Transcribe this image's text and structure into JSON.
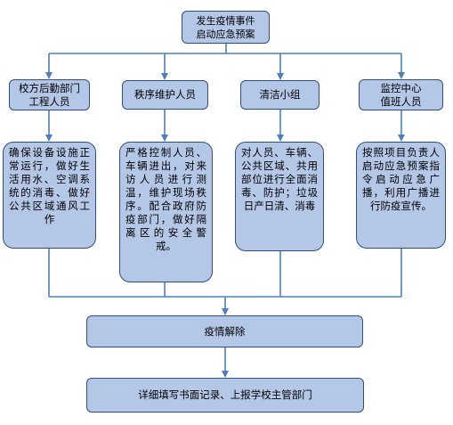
{
  "top": {
    "label": "发生疫情事件\n启动应急预案"
  },
  "roles": [
    {
      "label": "校方后勤部门\n工程人员"
    },
    {
      "label": "秩序维护人员"
    },
    {
      "label": "清洁小组"
    },
    {
      "label": "监控中心\n值班人员"
    }
  ],
  "tasks": [
    {
      "text": "确保设备设施正常运行，做好生活用水、空调系统的消毒、做好公共区域通风工作"
    },
    {
      "text": "严格控制人员、车辆进出，对来访人员进行测温，维护现场秩序。配合政府防疫部门，做好隔离区的安全警戒。"
    },
    {
      "text": "对人员、车辆、公共区域、共用部位进行全面消毒、防护；垃圾日产日清、消毒"
    },
    {
      "text": "按照项目负责人启动应急预案指令启动应急广播，利用广播进行防疫宣传。"
    }
  ],
  "resolve": {
    "label": "疫情解除"
  },
  "report": {
    "label": "详细填写书面记录、上报学校主管部门"
  },
  "colors": {
    "box_fill": "#b4c7e7",
    "box_border": "#2f4f7f",
    "connector": "#4f7ec0"
  }
}
